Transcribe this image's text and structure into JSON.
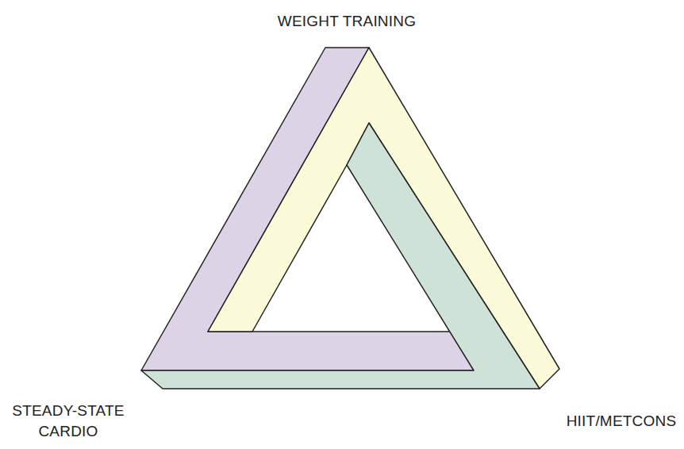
{
  "diagram": {
    "labels": [
      "WEIGHT TRAINING",
      "STEADY-STATE CARDIO",
      "HIIT/METCONS"
    ]
  }
}
